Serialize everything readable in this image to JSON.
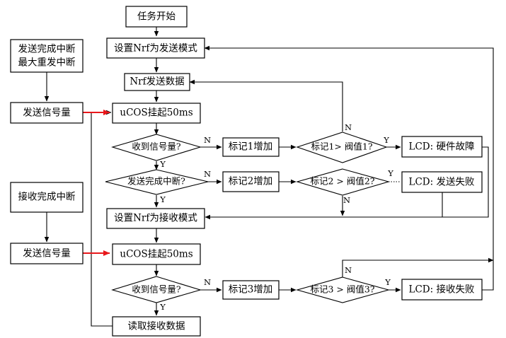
{
  "nodes": {
    "start": "任务开始",
    "set_tx": "设置Nrf为发送模式",
    "send_data": "Nrf发送数据",
    "pend1": "uCOS挂起50ms",
    "recv_sem1": "收到信号量?",
    "mark1": "标记1增加",
    "cmp1": "标记1> 阀值1?",
    "lcd_hw": "LCD: 硬件故障",
    "tx_done": "发送完成中断?",
    "mark2": "标记2增加",
    "cmp2": "标记2 > 阀值2?",
    "lcd_tx_fail": "LCD: 发送失败",
    "set_rx": "设置Nrf为接收模式",
    "pend2": "uCOS挂起50ms",
    "recv_sem2": "收到信号量?",
    "mark3": "标记3增加",
    "cmp3": "标记3 > 阀值3?",
    "lcd_rx_fail": "LCD: 接收失败",
    "read_data": "读取接收数据",
    "isr_tx_line1": "发送完成中断",
    "isr_tx_line2": "最大重发中断",
    "post_sem1": "发送信号量",
    "isr_rx": "接收完成中断",
    "post_sem2": "发送信号量"
  },
  "labels": {
    "yes": "Y",
    "no": "N"
  },
  "colors": {
    "signal_arrow": "#e8171b",
    "stroke": "#000000"
  }
}
